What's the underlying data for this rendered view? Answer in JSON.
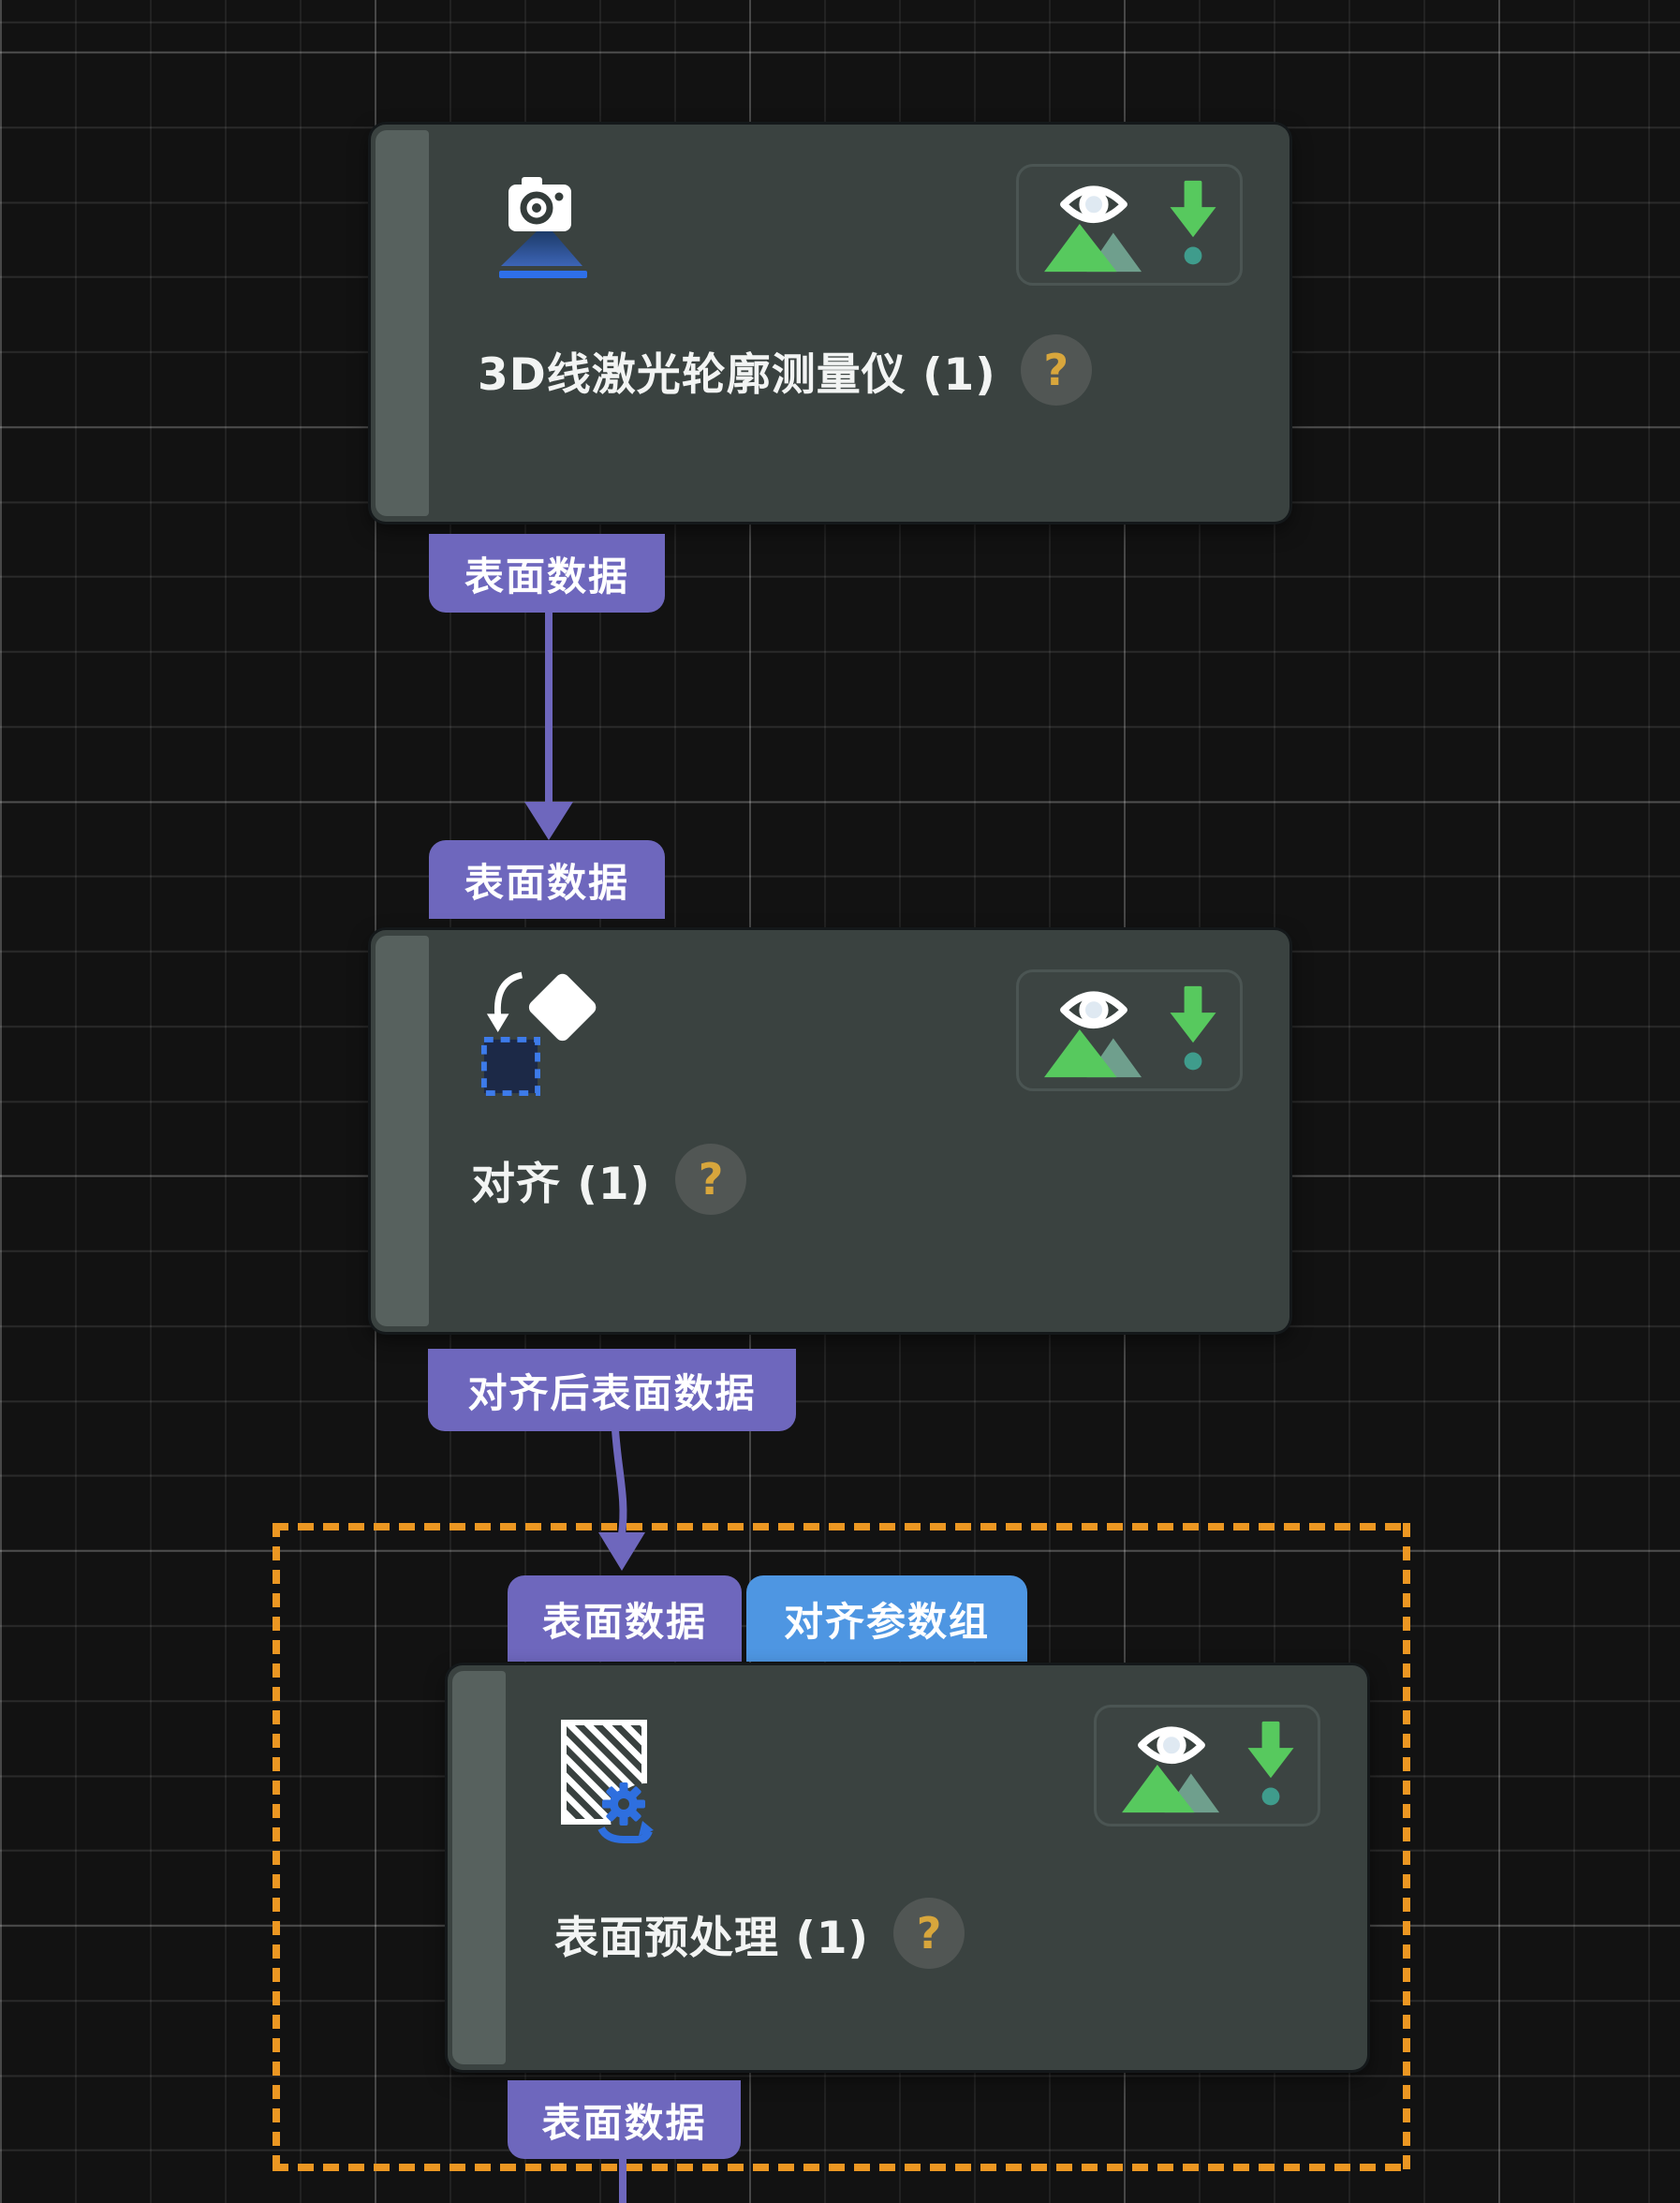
{
  "nodes": [
    {
      "title": "3D线激光轮廓测量仪 (1)",
      "help_label": "?",
      "icon": "3d-line-laser-profiler-camera"
    },
    {
      "title": "对齐 (1)",
      "help_label": "?",
      "icon": "align-transform"
    },
    {
      "title": "表面预处理 (1)",
      "help_label": "?",
      "icon": "surface-preprocess-hatch-gear"
    }
  ],
  "ports": {
    "node1_output": "表面数据",
    "node2_input": "表面数据",
    "node2_output": "对齐后表面数据",
    "node3_input_surface": "表面数据",
    "node3_input_params": "对齐参数组",
    "node3_output": "表面数据"
  },
  "action_icons": {
    "preview": "preview-eye-image-icon",
    "download": "download-result-icon"
  },
  "colors": {
    "port_purple": "#6E67BD",
    "port_blue": "#4E96E2",
    "wire_purple": "#6E67BD",
    "selection_orange": "#EC9722",
    "node_bg": "#3A4240",
    "node_strip": "#57615E",
    "help_text": "#D8A63C",
    "icon_green": "#57C95E",
    "icon_sage": "#6F9F8D",
    "icon_teal_dot": "#3F9C8C",
    "icon_blue": "#2E6FDF",
    "canvas_bg": "#121212"
  }
}
